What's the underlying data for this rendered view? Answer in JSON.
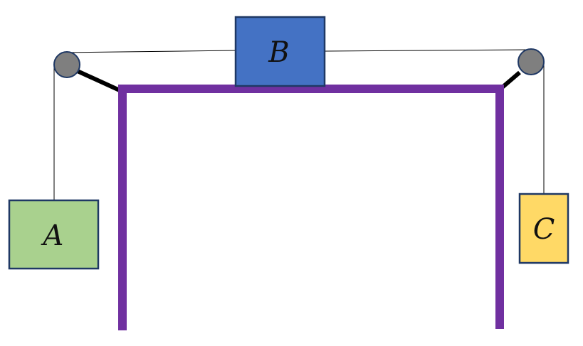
{
  "blocks": {
    "a": {
      "label": "A",
      "fill": "#a9d18e",
      "stroke": "#1f3864"
    },
    "b": {
      "label": "B",
      "fill": "#4472c4",
      "stroke": "#1f3864"
    },
    "c": {
      "label": "C",
      "fill": "#ffd966",
      "stroke": "#1f3864"
    }
  },
  "colors": {
    "frame": "#7030a0",
    "pulley_fill": "#7f7f7f",
    "pulley_stroke": "#1f3864",
    "bracket": "#000000",
    "string": "#000000"
  }
}
